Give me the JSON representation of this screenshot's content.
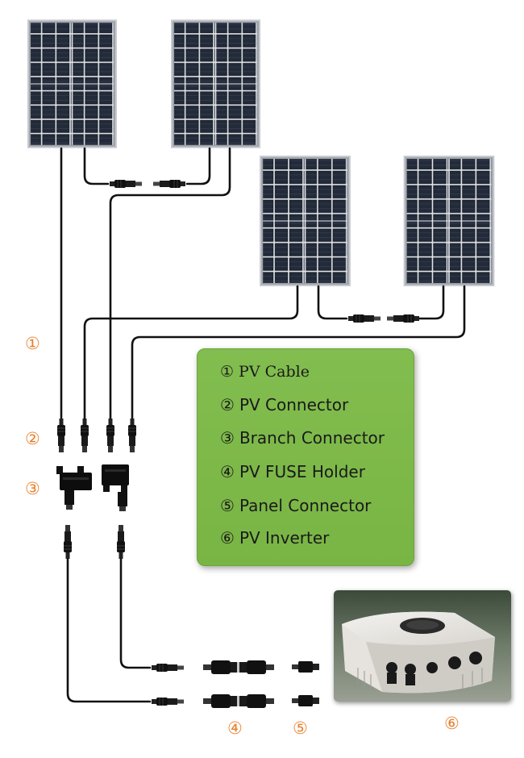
{
  "markers": {
    "m1": "①",
    "m2": "②",
    "m3": "③",
    "m4": "④",
    "m5": "⑤",
    "m6": "⑥"
  },
  "legend": {
    "items": [
      {
        "num": "①",
        "label": "PV Cable"
      },
      {
        "num": "②",
        "label": "PV Connector"
      },
      {
        "num": "③",
        "label": "Branch Connector"
      },
      {
        "num": "④",
        "label": "PV FUSE Holder"
      },
      {
        "num": "⑤",
        "label": "Panel Connector"
      },
      {
        "num": "⑥",
        "label": "PV Inverter"
      }
    ]
  },
  "colors": {
    "marker": "#e8812e",
    "legend_bg": "#7cb848",
    "panel_cell": "#1c2230",
    "panel_frame": "#c9ccd0",
    "cable": "#111111"
  },
  "icons": [
    "solar-panel-icon",
    "mc4-connector-icon",
    "branch-connector-icon",
    "fuse-holder-icon",
    "inverter-icon"
  ]
}
